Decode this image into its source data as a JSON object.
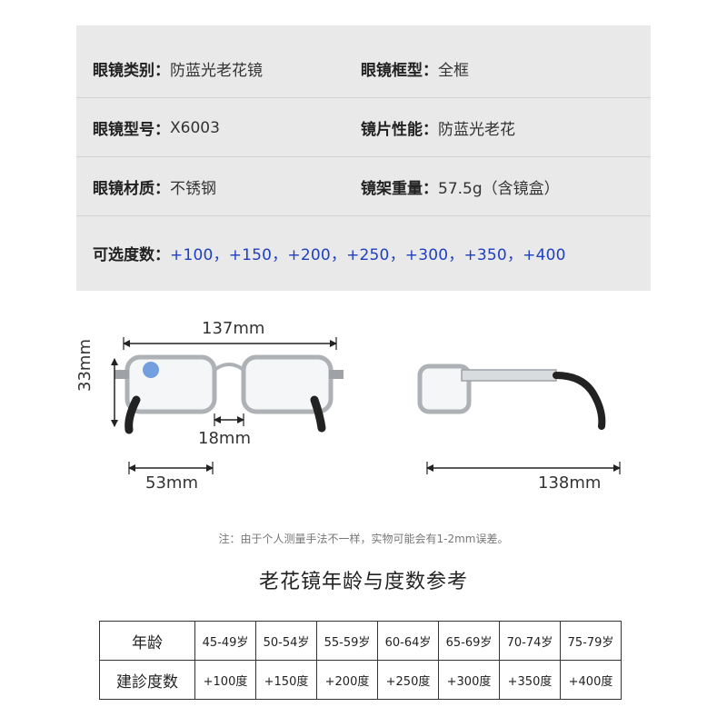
{
  "specs": {
    "row1": {
      "left": {
        "label": "眼镜类别：",
        "value": "防蓝光老花镜"
      },
      "right": {
        "label": "眼镜框型：",
        "value": "全框"
      }
    },
    "row2": {
      "left": {
        "label": "眼镜型号：",
        "value": "X6003"
      },
      "right": {
        "label": "镜片性能：",
        "value": "防蓝光老花"
      }
    },
    "row3": {
      "left": {
        "label": "眼镜材质：",
        "value": "不锈钢"
      },
      "right": {
        "label": "镜架重量：",
        "value": "57.5g（含镜盒）"
      }
    },
    "row4": {
      "label": "可选度数：",
      "value": "+100，+150，+200，+250，+300，+350，+400"
    }
  },
  "dimensions": {
    "total_width": "137mm",
    "height": "33mm",
    "bridge": "18mm",
    "lens_width": "53mm",
    "temple_length": "138mm"
  },
  "note": "注：由于个人测量手法不一样，实物可能会有1-2mm误差。",
  "reference": {
    "title": "老花镜年龄与度数参考",
    "age_header": "年龄",
    "power_header": "建診度数",
    "ages": [
      "45-49岁",
      "50-54岁",
      "55-59岁",
      "60-64岁",
      "65-69岁",
      "70-74岁",
      "75-79岁"
    ],
    "powers": [
      "+100度",
      "+150度",
      "+200度",
      "+250度",
      "+300度",
      "+350度",
      "+400度"
    ]
  },
  "colors": {
    "panel_bg": "#e9e9e9",
    "options_text": "#1f3fbf",
    "frame_silver": "#b8bcc0"
  }
}
